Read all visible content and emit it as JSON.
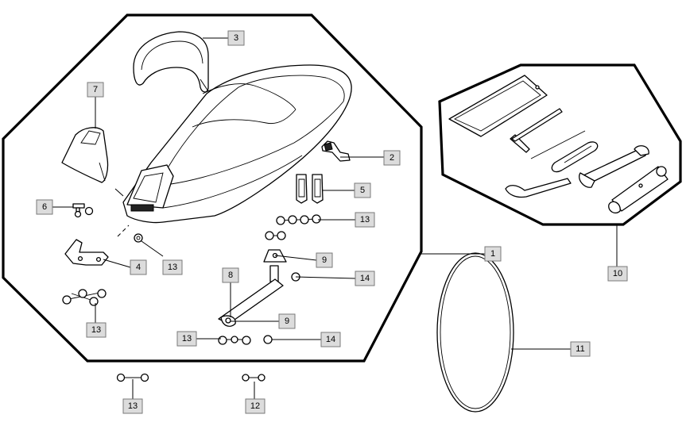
{
  "callouts": [
    {
      "id": "c1",
      "label": "1"
    },
    {
      "id": "c2",
      "label": "2"
    },
    {
      "id": "c3",
      "label": "3"
    },
    {
      "id": "c4",
      "label": "4"
    },
    {
      "id": "c5",
      "label": "5"
    },
    {
      "id": "c6",
      "label": "6"
    },
    {
      "id": "c7",
      "label": "7"
    },
    {
      "id": "c8",
      "label": "8"
    },
    {
      "id": "c9a",
      "label": "9"
    },
    {
      "id": "c9b",
      "label": "9"
    },
    {
      "id": "c10",
      "label": "10"
    },
    {
      "id": "c11",
      "label": "11"
    },
    {
      "id": "c12",
      "label": "12"
    },
    {
      "id": "c13a",
      "label": "13"
    },
    {
      "id": "c13b",
      "label": "13"
    },
    {
      "id": "c13c",
      "label": "13"
    },
    {
      "id": "c13d",
      "label": "13"
    },
    {
      "id": "c13e",
      "label": "13"
    },
    {
      "id": "c14a",
      "label": "14"
    },
    {
      "id": "c14b",
      "label": "14"
    }
  ]
}
